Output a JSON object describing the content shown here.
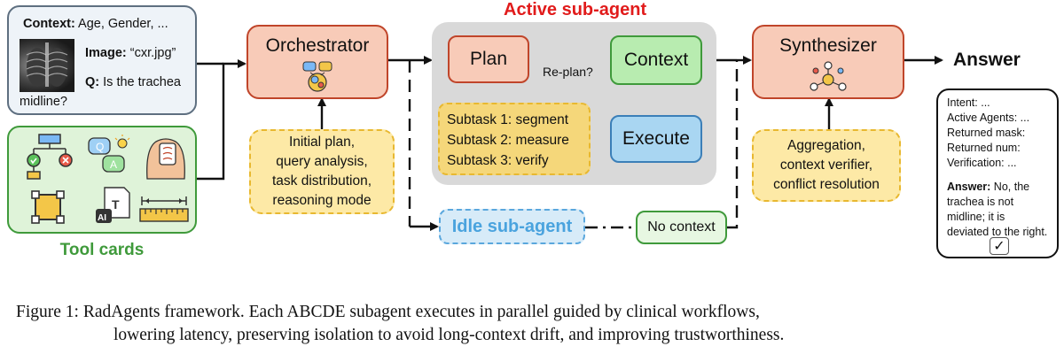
{
  "query_card": {
    "context_label": "Context:",
    "context_value": " Age, Gender, ...",
    "image_label": "Image:",
    "image_value": " “cxr.jpg”",
    "q_label": "Q:",
    "q_value_1": " Is the trachea",
    "q_value_2": "midline?"
  },
  "tool_cards": {
    "label": "Tool cards",
    "qa_q": "Q",
    "qa_a": "A",
    "ai_badge": "AI",
    "t_badge": "T"
  },
  "orchestrator": {
    "title": "Orchestrator",
    "notes": [
      "Initial plan,",
      "query analysis,",
      "task distribution,",
      "reasoning mode"
    ]
  },
  "active_subagent": {
    "title": "Active sub-agent",
    "plan": "Plan",
    "context": "Context",
    "replan": "Re-plan?",
    "execute": "Execute",
    "subtasks": [
      "Subtask 1: segment",
      "Subtask 2: measure",
      "Subtask 3: verify"
    ]
  },
  "idle_subagent": {
    "title": "Idle sub-agent",
    "no_context": "No context"
  },
  "synthesizer": {
    "title": "Synthesizer",
    "notes": [
      "Aggregation,",
      "context verifier,",
      "conflict resolution"
    ]
  },
  "answer": {
    "title": "Answer",
    "lines": [
      "Intent: ...",
      "Active Agents: ...",
      "Returned mask:",
      "Returned num:",
      "Verification: ..."
    ],
    "answer_label": "Answer:",
    "answer_text_1": " No, the",
    "answer_text_2": "trachea is not",
    "answer_text_3": "midline; it is",
    "answer_text_4": "deviated to the right.",
    "check": "✓"
  },
  "caption": {
    "line1": "Figure 1:  RadAgents framework.  Each ABCDE subagent executes in parallel guided by clinical workflows,",
    "line2": "lowering latency, preserving isolation to avoid long-context drift, and improving trustworthiness."
  },
  "colors": {
    "orange_fill": "#f8cbb8",
    "orange_border": "#c0452a",
    "green_fill": "#c9efc4",
    "green_border": "#3f9a3b",
    "blue_fill": "#a9d6f2",
    "blue_border": "#3b7fb8",
    "yellow_fill": "#fde9a6",
    "yellow_border": "#e8b830",
    "gray_panel": "#d9d9d9",
    "red_title": "#e11b1b",
    "tool_green": "#3f9a3b"
  }
}
